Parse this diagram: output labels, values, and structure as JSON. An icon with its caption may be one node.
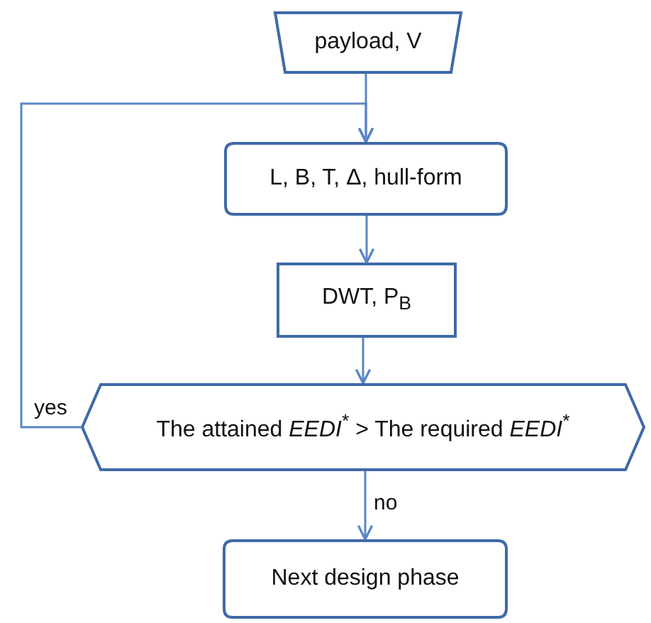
{
  "diagram": {
    "nodes": [
      {
        "text": [
          "payload, V"
        ]
      },
      {
        "text": [
          "L, B, T, Δ, hull-form"
        ]
      },
      {
        "text": [
          "DWT, P$_{B}$"
        ]
      },
      {
        "text": [
          "The attained *EEDI*$^{*}$ > The required *EEDI*$^{*}$"
        ]
      },
      {
        "text": [
          "Next design phase"
        ]
      }
    ],
    "edges": [
      {
        "from": 0,
        "to": 1,
        "arrow": "to"
      },
      {
        "from": 1,
        "to": 2,
        "arrow": "to"
      },
      {
        "from": 2,
        "to": 3,
        "arrow": "to"
      },
      {
        "from": 3,
        "to": 1,
        "arrow": "to",
        "label": "yes"
      },
      {
        "from": 3,
        "to": 4,
        "arrow": "to",
        "label": "no"
      }
    ]
  }
}
